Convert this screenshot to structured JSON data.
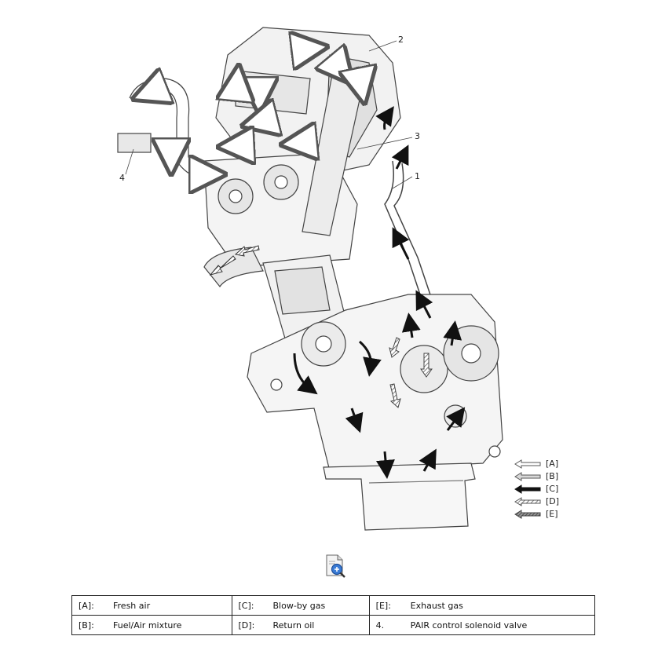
{
  "callouts": [
    {
      "id": "2",
      "text": "2"
    },
    {
      "id": "3",
      "text": "3"
    },
    {
      "id": "1",
      "text": "1"
    },
    {
      "id": "4",
      "text": "4"
    }
  ],
  "legend": [
    {
      "text": "[A]",
      "arrow_style": "outline-white"
    },
    {
      "text": "[B]",
      "arrow_style": "outline-grey"
    },
    {
      "text": "[C]",
      "arrow_style": "solid-black"
    },
    {
      "text": "[D]",
      "arrow_style": "hatched"
    },
    {
      "text": "[E]",
      "arrow_style": "dark-hatched"
    }
  ],
  "zoom_icon": "zoom-in-document-icon",
  "key_table": {
    "rows": [
      [
        {
          "key": "[A]:",
          "value": "Fresh air"
        },
        {
          "key": "[C]:",
          "value": "Blow-by gas"
        },
        {
          "key": "[E]:",
          "value": "Exhaust gas"
        }
      ],
      [
        {
          "key": "[B]:",
          "value": "Fuel/Air mixture"
        },
        {
          "key": "[D]:",
          "value": "Return oil"
        },
        {
          "key": "4.",
          "value": "PAIR control solenoid valve"
        }
      ]
    ]
  },
  "colors": {
    "line": "#333333",
    "shade": "#eeeeee",
    "arrow_black": "#111111"
  }
}
